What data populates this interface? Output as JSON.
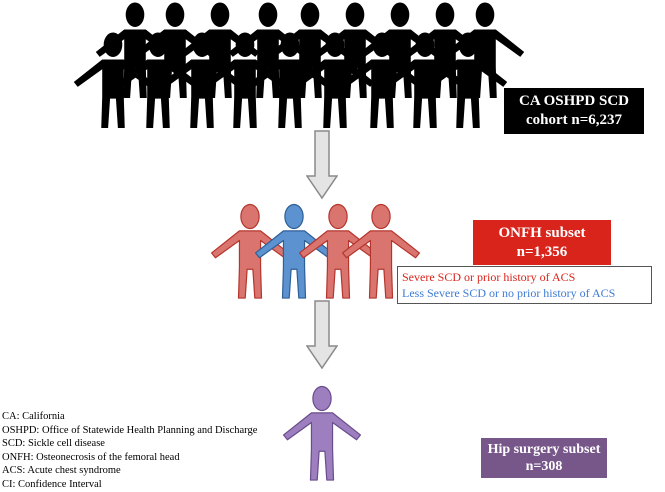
{
  "cohort": {
    "line1": "CA OSHPD SCD",
    "line2": "cohort n=6,237"
  },
  "onfh": {
    "line1": "ONFH subset",
    "line2": "n=1,356"
  },
  "legend": {
    "severe": "Severe SCD or prior history of ACS",
    "less": "Less Severe SCD or no prior history of ACS"
  },
  "hip": {
    "line1": "Hip surgery subset",
    "line2": "n=308"
  },
  "abbreviations": [
    "CA: California",
    "OSHPD: Office of Statewide Health Planning and Discharge",
    "SCD: Sickle cell disease",
    "ONFH: Osteonecrosis of the femoral head",
    "ACS: Acute chest syndrome",
    "CI: Confidence Interval"
  ],
  "colors": {
    "cohort_figure": "#000000",
    "severe": "#d9756e",
    "severe_stroke": "#b5352c",
    "less_severe": "#5b92cf",
    "less_severe_stroke": "#2f5f97",
    "hip": "#9d7fc0",
    "hip_stroke": "#6a4c8c",
    "arrow_fill": "#e4e4e4",
    "arrow_stroke": "#8a8a8a",
    "onfh_box": "#d9241b",
    "hip_box": "#77568a"
  },
  "icons": {
    "person": "person-icon",
    "arrow": "down-arrow-icon"
  }
}
